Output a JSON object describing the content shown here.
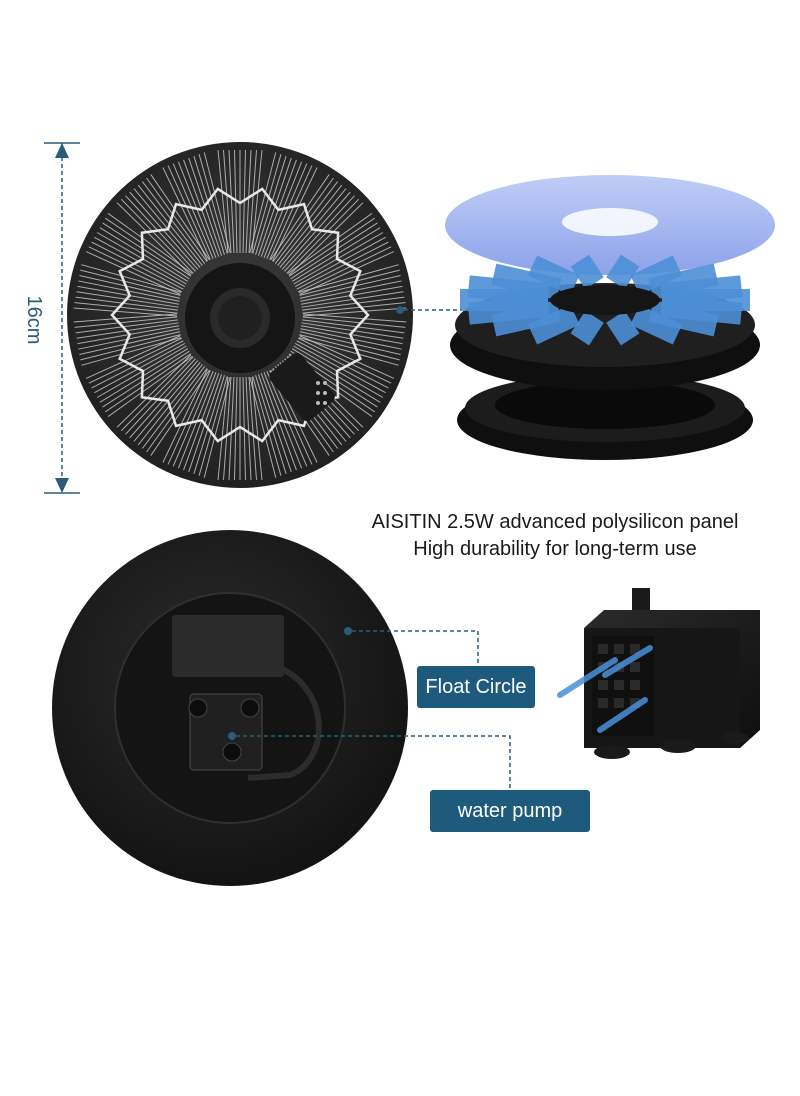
{
  "dimension": {
    "label": "16cm"
  },
  "caption": {
    "line1": "AISITIN 2.5W advanced polysilicon panel",
    "line2": "High durability for long-term use"
  },
  "callouts": {
    "float_circle": "Float Circle",
    "water_pump": "water pump"
  },
  "colors": {
    "accent": "#1d5a7c",
    "panel_dark": "#2a2a2a",
    "panel_blue": "#4d8fd6"
  }
}
